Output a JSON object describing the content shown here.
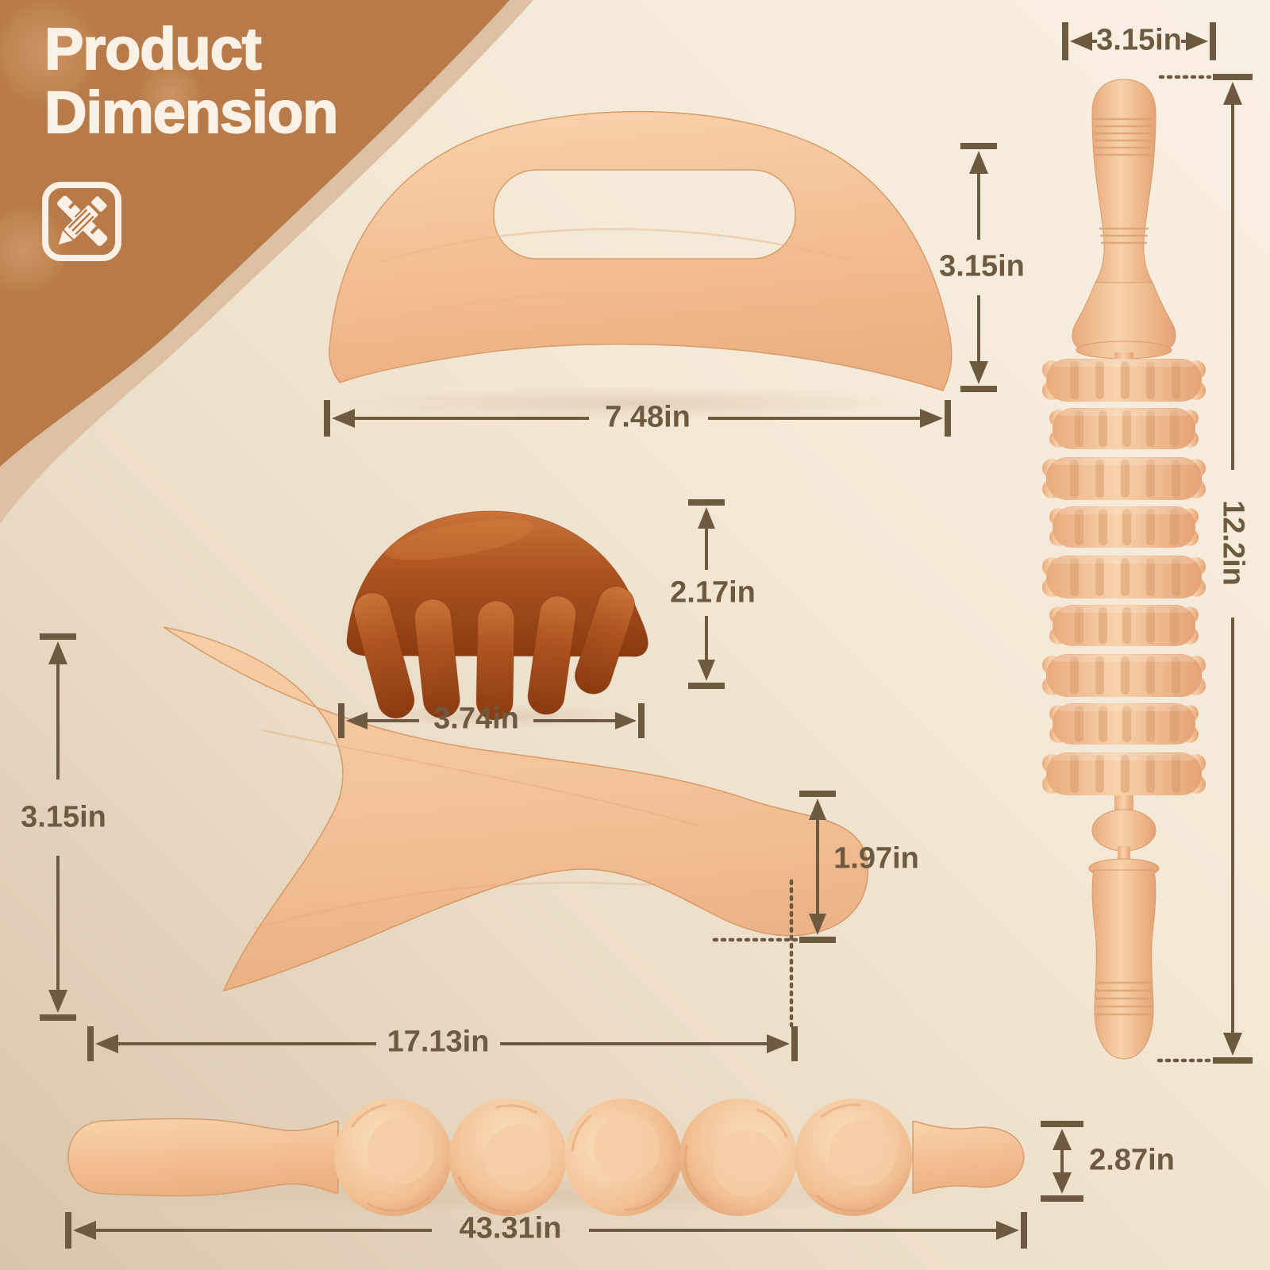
{
  "title": {
    "line1": "Product",
    "line2": "Dimension"
  },
  "header_icon": "ruler-and-pencil-icon",
  "colors": {
    "corner_brown": "#b87a49",
    "corner_band": "#ddc1a4",
    "background_top": "#f9f0e4",
    "background_bottom": "#d9c5aa",
    "dimension_ink": "#6e5a41",
    "title_text": "#f9f1e6",
    "beech_wood": "#f5c9a1",
    "comb_wood": "#ad5420"
  },
  "products": [
    {
      "name": "gua-sha-paddle-with-handle-hole",
      "width": "7.48in",
      "height": "3.15in"
    },
    {
      "name": "five-tooth-massage-comb",
      "width": "3.74in",
      "height": "2.17in"
    },
    {
      "name": "lymphatic-drainage-paddle",
      "length": "17.13in",
      "height": "3.15in",
      "handle_height": "1.97in"
    },
    {
      "name": "gear-wheel-roller-stick",
      "width": "3.15in",
      "length": "12.2in"
    },
    {
      "name": "ball-roller-stick",
      "length": "43.31in",
      "height": "2.87in"
    }
  ],
  "labels": {
    "top_paddle_height": "3.15in",
    "top_paddle_width": "7.48in",
    "comb_height": "2.17in",
    "comb_width": "3.74in",
    "left_paddle_height": "3.15in",
    "left_paddle_length": "17.13in",
    "left_paddle_handle_height": "1.97in",
    "stick_roller_width": "3.15in",
    "stick_roller_length": "12.2in",
    "long_roller_length": "43.31in",
    "long_roller_height": "2.87in"
  }
}
